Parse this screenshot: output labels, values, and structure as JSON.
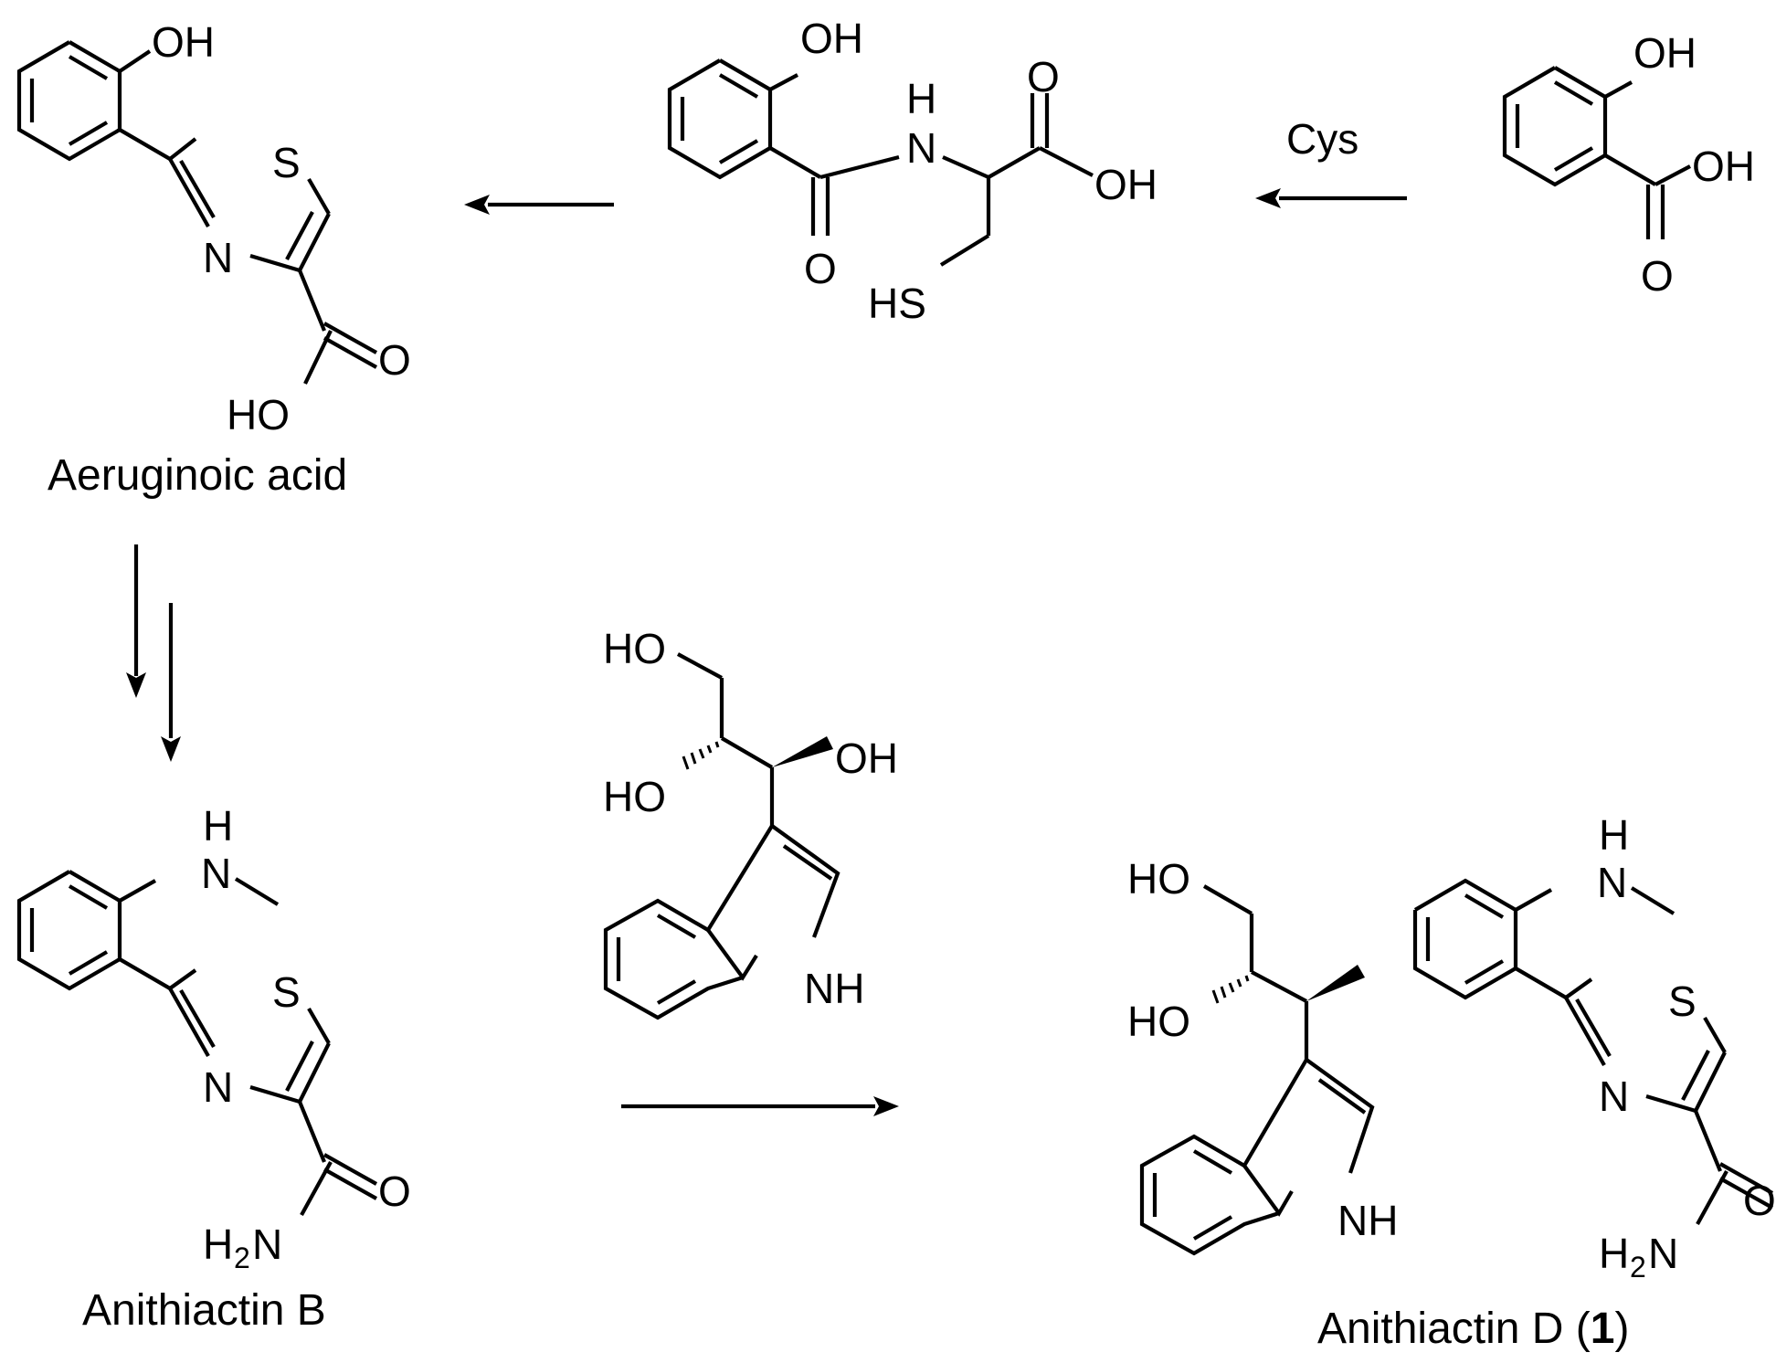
{
  "atoms": {
    "oh": "OH",
    "ho": "HO",
    "o": "O",
    "s": "S",
    "n": "N",
    "h": "H",
    "hs": "HS",
    "nh": "NH",
    "n_amide": "N",
    "h2_sub": "2",
    "h_amide": "H"
  },
  "reagent": {
    "cys": "Cys"
  },
  "compounds": {
    "aeruginoic_acid": "Aeruginoic acid",
    "anithiactin_b": "Anithiactin B",
    "anithiactin_d_prefix": "Anithiactin D (",
    "anithiactin_d_number": "1",
    "anithiactin_d_suffix": ")"
  }
}
